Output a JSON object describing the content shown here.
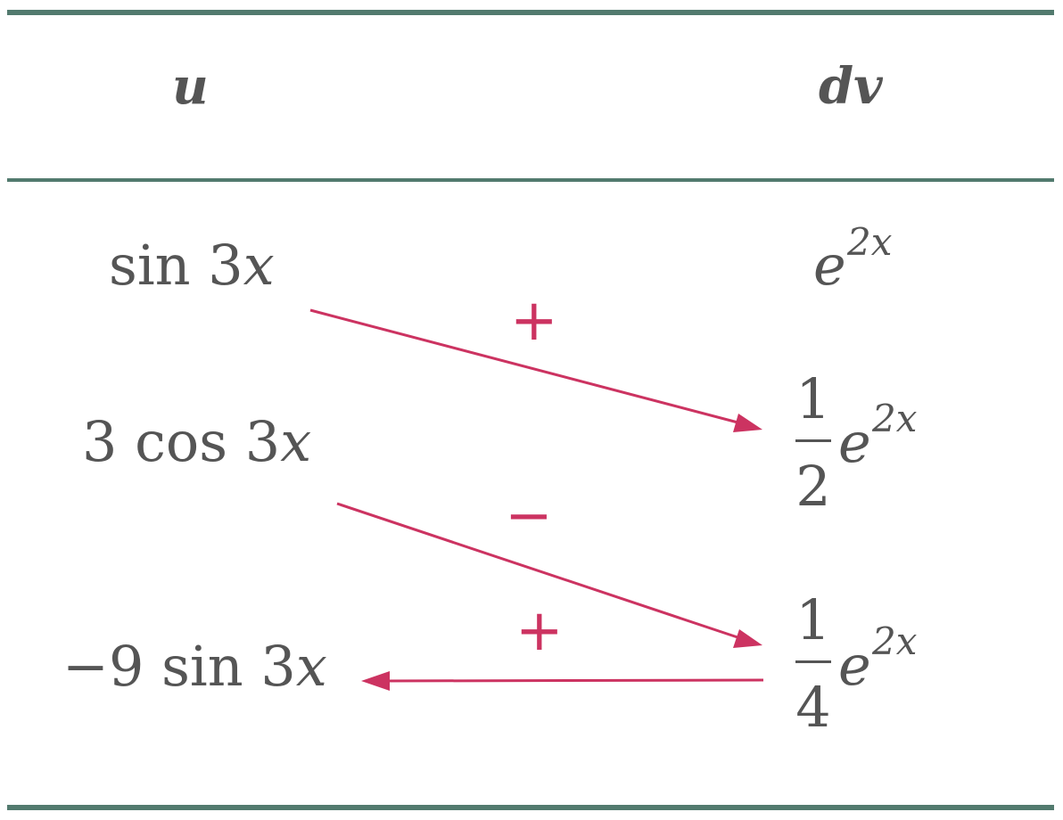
{
  "header": {
    "u_label": "u",
    "dv_label": "dv"
  },
  "u_column": [
    {
      "prefix": "sin 3",
      "var": "x"
    },
    {
      "prefix": "3 cos 3",
      "var": "x"
    },
    {
      "prefix": "−9 sin 3",
      "var": "x"
    }
  ],
  "dv_column": [
    {
      "numerator": "",
      "denominator": "",
      "base": "e",
      "exponent": "2x"
    },
    {
      "numerator": "1",
      "denominator": "2",
      "base": "e",
      "exponent": "2x"
    },
    {
      "numerator": "1",
      "denominator": "4",
      "base": "e",
      "exponent": "2x"
    }
  ],
  "signs": [
    "+",
    "−",
    "+"
  ],
  "colors": {
    "rule": "#527a6e",
    "arrow": "#cc3361",
    "text": "#555555"
  }
}
